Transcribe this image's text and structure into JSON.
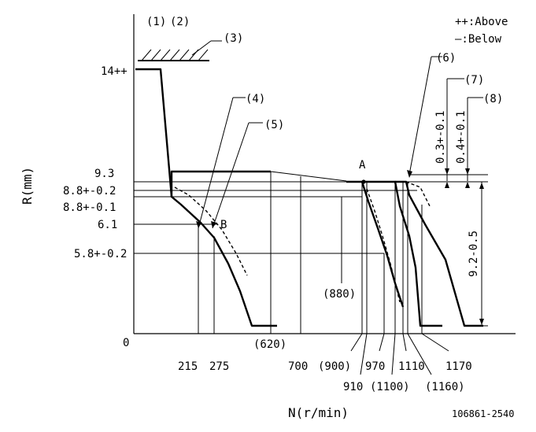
{
  "legend": {
    "above": "++:Above",
    "below": "—:Below"
  },
  "markers": {
    "m1": "(1)",
    "m2": "(2)",
    "m3": "(3)",
    "m4": "(4)",
    "m5": "(5)",
    "m6": "(6)",
    "m7": "(7)",
    "m8": "(8)"
  },
  "points": {
    "A": "A",
    "B": "B"
  },
  "y_axis": {
    "title": "R(mm)",
    "ticks": [
      "14++",
      "9.3",
      "8.8+-0.2",
      "8.8+-0.1",
      "6.1",
      "5.8+-0.2",
      "0"
    ]
  },
  "x_axis": {
    "title": "N(r/min)",
    "ticks": [
      "215",
      "275",
      "(620)",
      "700",
      "(900)",
      "910",
      "970",
      "(1100)",
      "1110",
      "(1160)",
      "1170",
      "(880)"
    ]
  },
  "dims": {
    "d1": "0.3+-0.1",
    "d2": "0.4+-0.1",
    "d3": "9.2-0.5"
  },
  "code": "106861-2540"
}
